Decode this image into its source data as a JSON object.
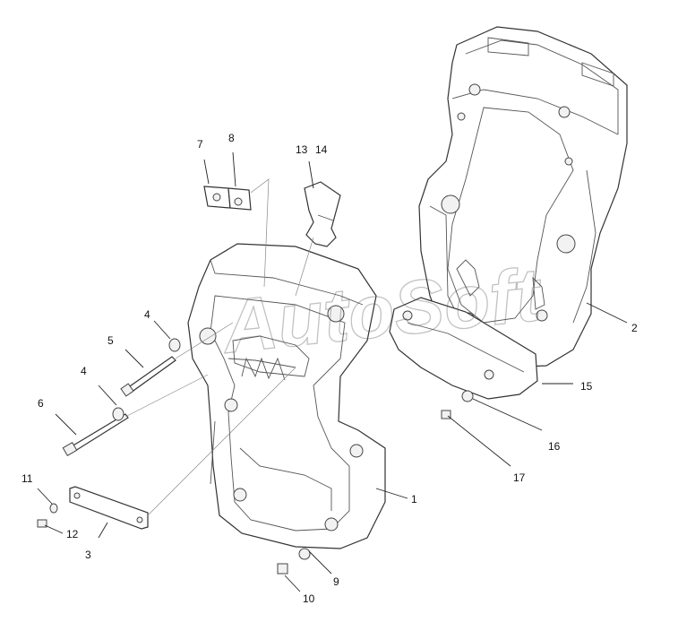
{
  "watermark": "AutoSoft",
  "callouts": [
    "1",
    "2",
    "3",
    "4",
    "4",
    "5",
    "6",
    "7",
    "8",
    "9",
    "10",
    "11",
    "12",
    "13",
    "14",
    "15",
    "16",
    "17"
  ],
  "colors": {
    "line": "#333333",
    "background": "#ffffff",
    "watermark": "#505050"
  }
}
